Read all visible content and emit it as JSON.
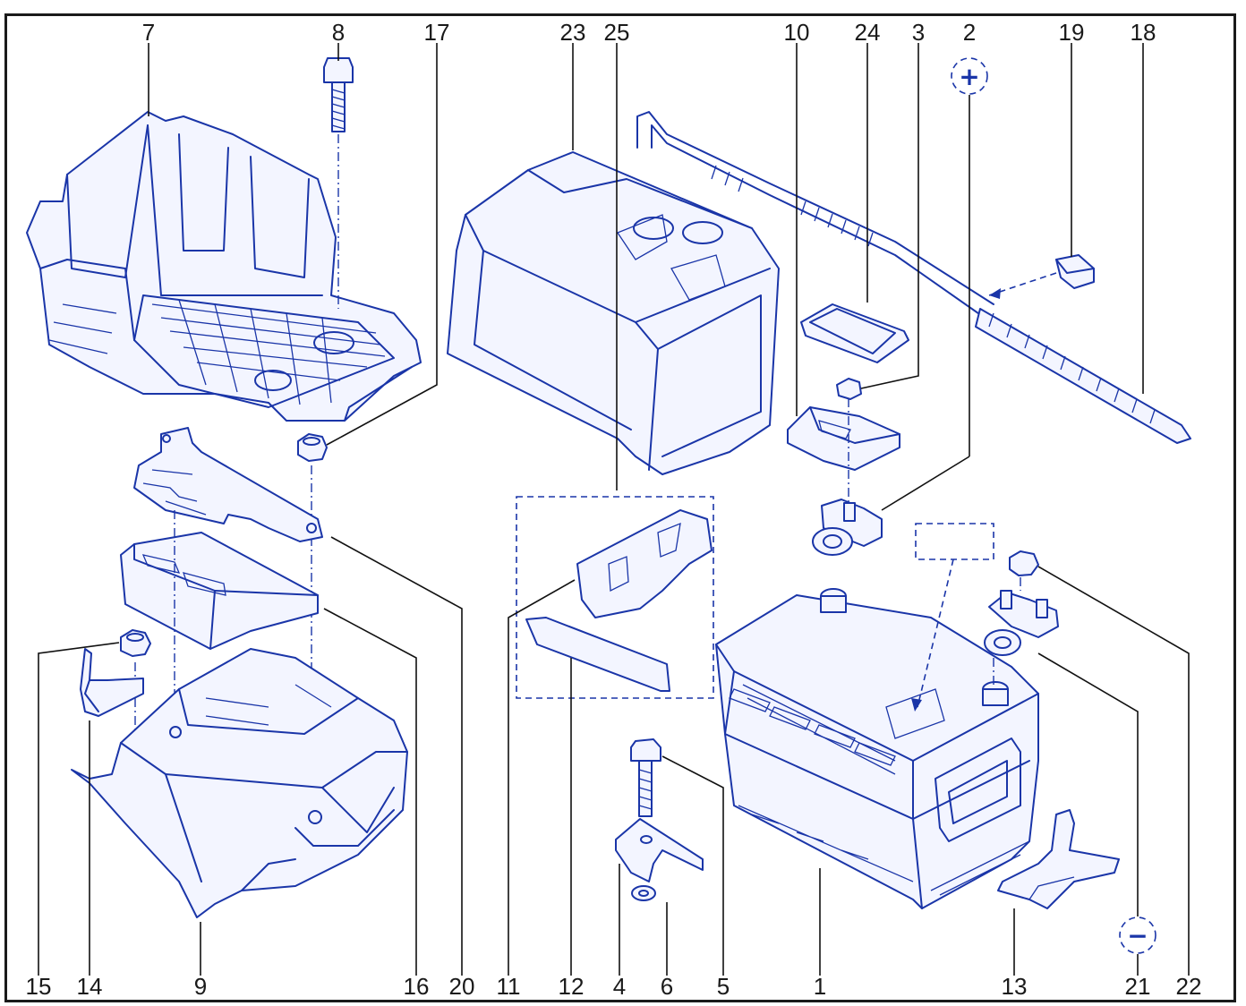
{
  "callouts": {
    "c7": "7",
    "c8": "8",
    "c17": "17",
    "c23": "23",
    "c25": "25",
    "c10": "10",
    "c24": "24",
    "c3": "3",
    "c2": "2",
    "c19": "19",
    "c18": "18",
    "c15": "15",
    "c14": "14",
    "c9": "9",
    "c16": "16",
    "c20": "20",
    "c11": "11",
    "c12": "12",
    "c4": "4",
    "c6": "6",
    "c5": "5",
    "c1": "1",
    "c13": "13",
    "c21": "21",
    "c22": "22"
  },
  "symbols": {
    "positive": "+",
    "negative": "−"
  },
  "colors": {
    "line": "#1a35a8",
    "text": "#1a1a1a",
    "fill": "#f3f5ff"
  }
}
